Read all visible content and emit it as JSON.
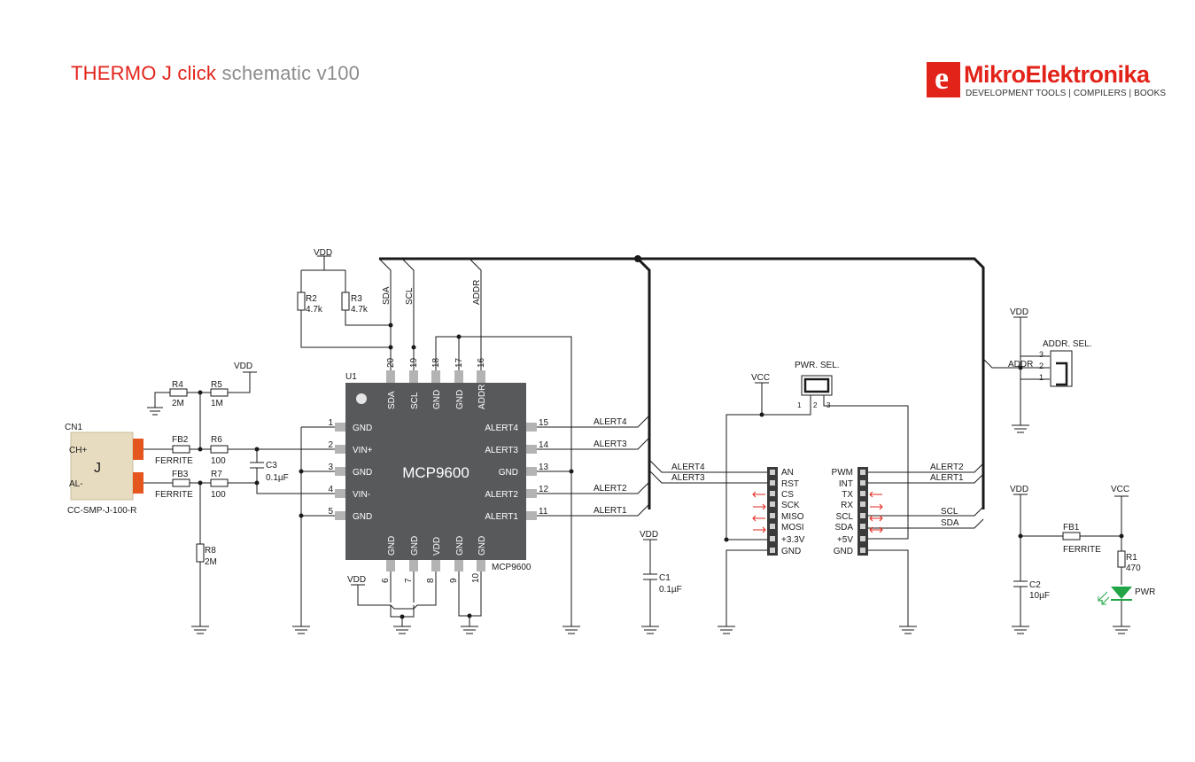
{
  "header": {
    "title_red": "THERMO J click",
    "title_gray": " schematic v100"
  },
  "logo": {
    "badge": "e",
    "name": "MikroElektronika",
    "tagline": "DEVELOPMENT TOOLS | COMPILERS | BOOKS",
    "color": "#e2231a"
  },
  "colors": {
    "wire": "#1a1a1a",
    "chip": "#58595b",
    "pad": "#b3b3b3",
    "thermocouple_body": "#e8dcc0",
    "thermocouple_tab": "#e5561f",
    "led": "#21a546",
    "arrow": "#e2231a"
  },
  "labels": {
    "vdd": "VDD",
    "vcc": "VCC",
    "sda": "SDA",
    "scl": "SCL",
    "addr": "ADDR",
    "u1": "U1",
    "chip_name": "MCP9600",
    "chip_part": "MCP9600",
    "cn1": "CN1",
    "cn1_part": "CC-SMP-J-100-R",
    "j": "J",
    "chp": "CH+",
    "alm": "AL-",
    "r2": "R2",
    "r2v": "4.7k",
    "r3": "R3",
    "r3v": "4.7k",
    "r4": "R4",
    "r4v": "2M",
    "r5": "R5",
    "r5v": "1M",
    "r6": "R6",
    "r6v": "100",
    "r7": "R7",
    "r7v": "100",
    "r8": "R8",
    "r8v": "2M",
    "fb2": "FB2",
    "fb3": "FB3",
    "ferrite": "FERRITE",
    "c3": "C3",
    "c3v": "0.1µF",
    "c1": "C1",
    "c1v": "0.1µF",
    "c2": "C2",
    "c2v": "10µF",
    "fb1": "FB1",
    "r1": "R1",
    "r1v": "470",
    "pwr": "PWR",
    "pwr_sel": "PWR. SEL.",
    "addr_sel": "ADDR. SEL.",
    "alert1": "ALERT1",
    "alert2": "ALERT2",
    "alert3": "ALERT3",
    "alert4": "ALERT4",
    "n1": "1",
    "n2": "2",
    "n3": "3"
  },
  "chip_left_pins": [
    {
      "num": "1",
      "name": "GND"
    },
    {
      "num": "2",
      "name": "VIN+"
    },
    {
      "num": "3",
      "name": "GND"
    },
    {
      "num": "4",
      "name": "VIN-"
    },
    {
      "num": "5",
      "name": "GND"
    }
  ],
  "chip_right_pins": [
    {
      "num": "15",
      "name": "ALERT4"
    },
    {
      "num": "14",
      "name": "ALERT3"
    },
    {
      "num": "13",
      "name": "GND"
    },
    {
      "num": "12",
      "name": "ALERT2"
    },
    {
      "num": "11",
      "name": "ALERT1"
    }
  ],
  "chip_top_pins": [
    {
      "num": "20",
      "name": "SDA"
    },
    {
      "num": "19",
      "name": "SCL"
    },
    {
      "num": "18",
      "name": "GND"
    },
    {
      "num": "17",
      "name": "GND"
    },
    {
      "num": "16",
      "name": "ADDR"
    }
  ],
  "chip_bottom_pins": [
    {
      "num": "6",
      "name": "GND"
    },
    {
      "num": "7",
      "name": "GND"
    },
    {
      "num": "8",
      "name": "VDD"
    },
    {
      "num": "9",
      "name": "GND"
    },
    {
      "num": "10",
      "name": "GND"
    }
  ],
  "header_left_pins": [
    "AN",
    "RST",
    "CS",
    "SCK",
    "MISO",
    "MOSI",
    "+3.3V",
    "GND"
  ],
  "header_right_pins": [
    "PWM",
    "INT",
    "TX",
    "RX",
    "SCL",
    "SDA",
    "+5V",
    "GND"
  ]
}
